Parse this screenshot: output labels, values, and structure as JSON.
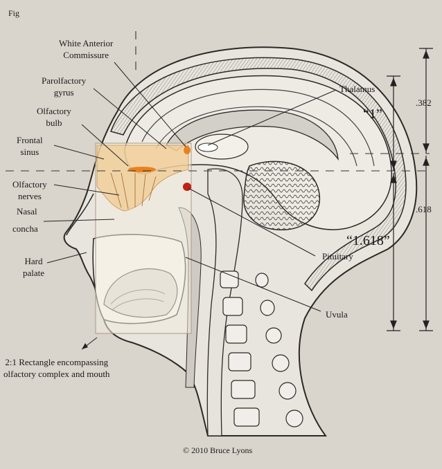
{
  "fig_label": "Fig",
  "labels": {
    "white_anterior_commissure": [
      "White Anterior",
      "Commissure"
    ],
    "parolfactory_gyrus": [
      "Parolfactory",
      "gyrus"
    ],
    "olfactory_bulb": [
      "Olfactory",
      "bulb"
    ],
    "frontal_sinus": [
      "Frontal",
      "sinus"
    ],
    "olfactory_nerves": [
      "Olfactory",
      "nerves"
    ],
    "nasal": "Nasal",
    "concha": "concha",
    "hard_palate": [
      "Hard",
      "palate"
    ],
    "thalamus": "Thalamus",
    "pituitary": "Pituitary",
    "uvula": "Uvula"
  },
  "ratios": {
    "one_quote": "“1”",
    "golden_quote": "“1.618”",
    "small": ".382",
    "large": ".618"
  },
  "rectangle_caption": [
    "2:1 Rectangle encompassing",
    "olfactory complex and mouth"
  ],
  "copyright": "© 2010 Bruce Lyons",
  "colors": {
    "background": "#d9d4cc",
    "highlight_olfactory": "#f1c98c",
    "marker_orange": "#e8821e",
    "marker_red": "#c81e12",
    "rectangle_fill": "#ede5d6"
  }
}
